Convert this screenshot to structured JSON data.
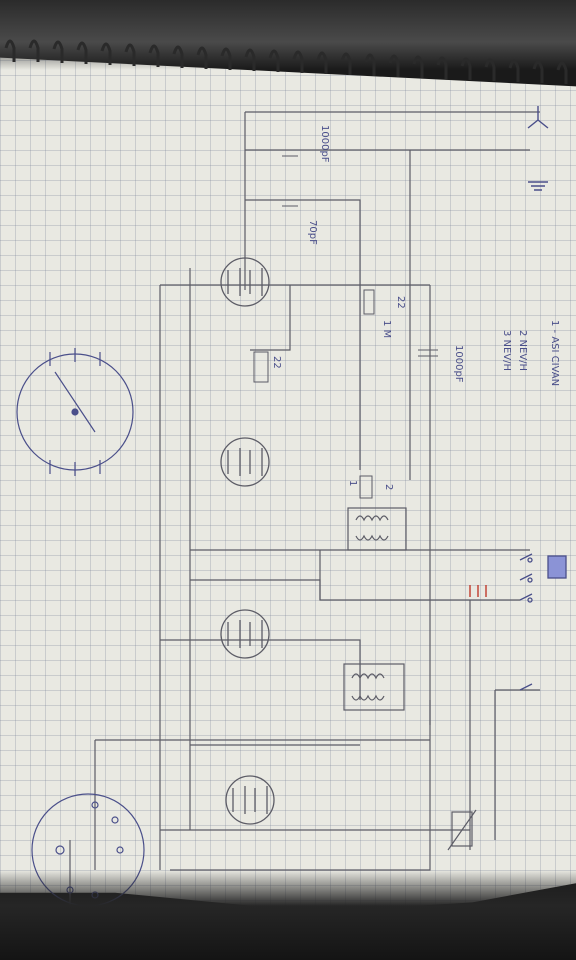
{
  "notes": {
    "line1": "1 - ASI CIVAN",
    "line2": "2  NEV/H",
    "line3": "3  NEV/H",
    "cap_1000pf": "1000pF",
    "cap_1000pf_left": "1000pF",
    "cap_70pf": "70pF",
    "res_1m": "1 M",
    "res_22": "22",
    "res_22b": "22",
    "mark_2": "2",
    "mark_1": "1"
  },
  "colors": {
    "paper": "#e9e9e2",
    "ink": "#4a4f8a",
    "pencil": "#5c5c66",
    "accent_red": "#c0392b"
  }
}
